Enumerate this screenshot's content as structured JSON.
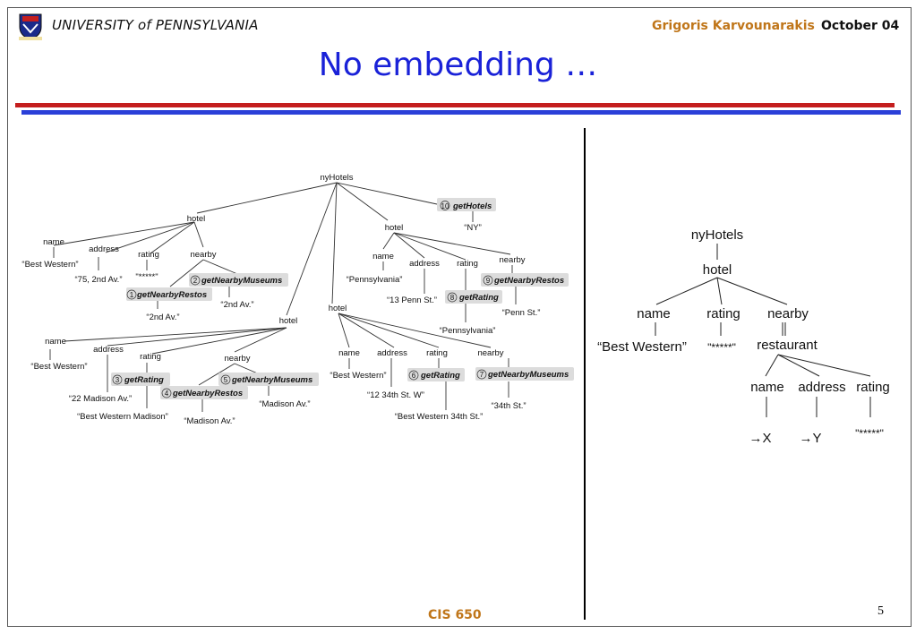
{
  "header": {
    "institution": "UNIVERSITY of PENNSYLVANIA",
    "author": "Grigoris Karvounarakis",
    "date": "October 04",
    "logo_icon": "penn-shield-icon"
  },
  "slide": {
    "title": "No embedding …",
    "footer": "CIS 650",
    "page_number": "5"
  },
  "colors": {
    "title": "#1a22d8",
    "accent_orange": "#c0761a",
    "rule_red": "#c41e1e",
    "rule_blue": "#2a3fd8",
    "service_box": "#dcdcdc"
  },
  "left_tree": {
    "root": "nyHotels",
    "service_root": {
      "num": "10",
      "name": "getHotels",
      "arg": "“NY”"
    },
    "hotel1": {
      "label": "hotel",
      "name": "name",
      "name_val": "“Best Western”",
      "address": "address",
      "address_val": "“75, 2nd Av.”",
      "rating": "rating",
      "rating_val": "\"*****\"",
      "nearby": "nearby",
      "svc1": {
        "num": "1",
        "name": "getNearbyRestos",
        "arg": "“2nd Av.”"
      },
      "svc2": {
        "num": "2",
        "name": "getNearbyMuseums",
        "arg": "“2nd Av.”"
      }
    },
    "hotel2": {
      "label": "hotel",
      "name": "name",
      "name_val": "“Best Western”",
      "address": "address",
      "address_val": "“22 Madison Av.”",
      "rating": "rating",
      "svc3": {
        "num": "3",
        "name": "getRating",
        "arg": "“Best Western Madison”"
      },
      "nearby": "nearby",
      "svc4": {
        "num": "4",
        "name": "getNearbyRestos",
        "arg": "“Madison Av.”"
      },
      "svc5": {
        "num": "5",
        "name": "getNearbyMuseums",
        "arg": "“Madison Av.”"
      }
    },
    "hotel3": {
      "label": "hotel",
      "name": "name",
      "name_val": "“Pennsylvania”",
      "address": "address",
      "address_val": "“13 Penn St.”",
      "rating": "rating",
      "svc8": {
        "num": "8",
        "name": "getRating",
        "arg": "“Pennsylvania”"
      },
      "nearby": "nearby",
      "svc9": {
        "num": "9",
        "name": "getNearbyRestos",
        "arg": "“Penn St.”"
      }
    },
    "hotel4": {
      "label": "hotel",
      "name": "name",
      "name_val": "“Best Western”",
      "address": "address",
      "address_val": "“12 34th St. W”",
      "rating": "rating",
      "svc6": {
        "num": "6",
        "name": "getRating",
        "arg": "“Best Western 34th St.”"
      },
      "nearby": "nearby",
      "svc7": {
        "num": "7",
        "name": "getNearbyMuseums",
        "arg": "“34th St.”"
      }
    }
  },
  "right_tree": {
    "root": "nyHotels",
    "hotel": "hotel",
    "name": "name",
    "name_val": "“Best Western”",
    "rating": "rating",
    "rating_val": "\"*****\"",
    "nearby": "nearby",
    "restaurant": "restaurant",
    "r_name": "name",
    "r_address": "address",
    "r_rating": "rating",
    "r_name_val": "→X",
    "r_address_val": "→Y",
    "r_rating_val": "\"*****\""
  }
}
